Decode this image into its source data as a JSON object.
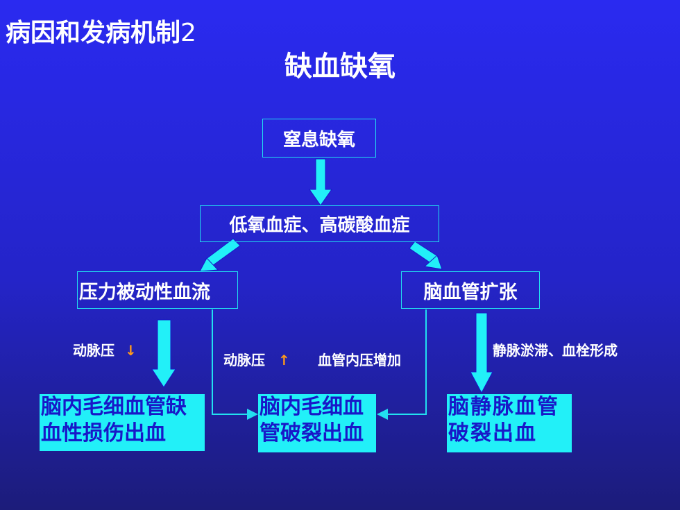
{
  "slide": {
    "title_prefix": "病因和发病机制",
    "title_number": "2",
    "subtitle": "缺血缺氧"
  },
  "flow": {
    "n1": "窒息缺氧",
    "n2": "低氧血症、高碳酸血症",
    "n3_left": "压力被动性血流",
    "n3_right": "脑血管扩张",
    "out_left": "脑内毛细血管缺血性损伤出血",
    "out_mid": "脑内毛细血管破裂出血",
    "out_right": "脑静脉血管破裂出血",
    "label_left_text": "动脉压",
    "label_left_arrow": "↓",
    "label_mid_text": "动脉压",
    "label_mid_arrow": "↑",
    "label_mid_right": "血管内压增加",
    "label_right": "静脉淤滞、血栓形成"
  },
  "colors": {
    "background_top": "#2a2af0",
    "background_bottom": "#1c1c7a",
    "arrow_cyan": "#22f0f8",
    "output_box_fill": "#22f0f8",
    "output_text": "#1818c8",
    "small_arrow_orange": "#ff9a1a"
  }
}
